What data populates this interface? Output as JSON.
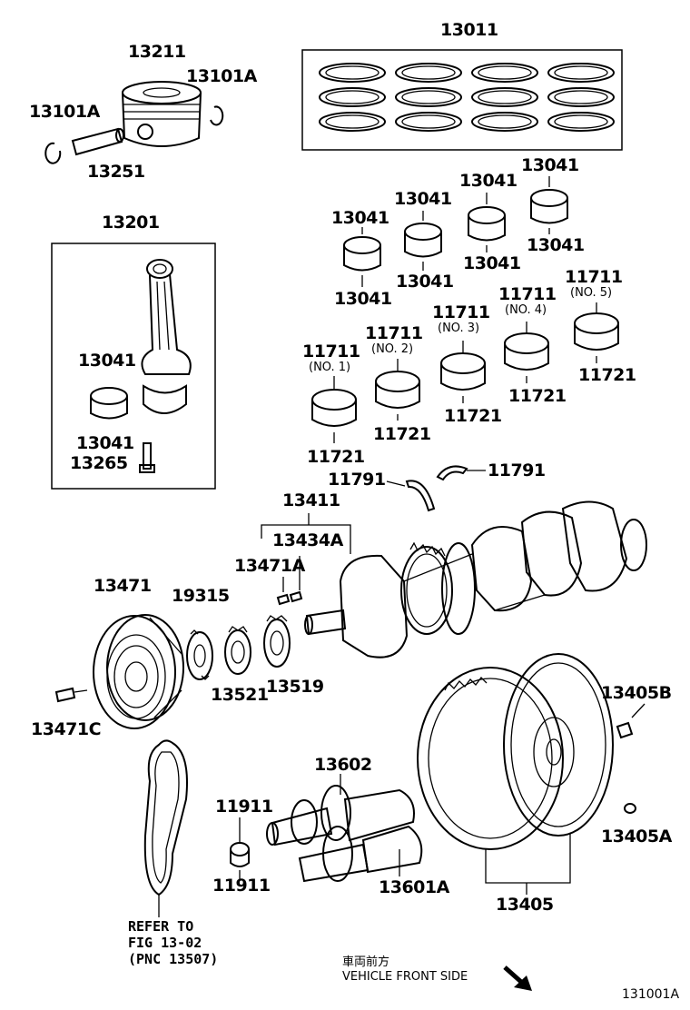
{
  "labels": {
    "l13011": "13011",
    "l13211": "13211",
    "l13101A_r": "13101A",
    "l13101A_l": "13101A",
    "l13251": "13251",
    "l13201": "13201",
    "l13041_a": "13041",
    "l13041_b": "13041",
    "l13041_c": "13041",
    "l13041_d": "13041",
    "l13041_e": "13041",
    "l13041_f": "13041",
    "l13041_g": "13041",
    "l13041_h": "13041",
    "l13041_i": "13041",
    "l13041_j": "13041",
    "l13265": "13265",
    "l11711_1": "11711",
    "l11711_2": "11711",
    "l11711_3": "11711",
    "l11711_4": "11711",
    "l11711_5": "11711",
    "no1": "(NO. 1)",
    "no2": "(NO. 2)",
    "no3": "(NO. 3)",
    "no4": "(NO. 4)",
    "no5": "(NO. 5)",
    "l11721_1": "11721",
    "l11721_2": "11721",
    "l11721_3": "11721",
    "l11721_4": "11721",
    "l11721_5": "11721",
    "l11791_l": "11791",
    "l11791_r": "11791",
    "l13411": "13411",
    "l13434A": "13434A",
    "l13471A": "13471A",
    "l13471": "13471",
    "l19315": "19315",
    "l13521": "13521",
    "l13519": "13519",
    "l13471C": "13471C",
    "l13405B": "13405B",
    "l13405A": "13405A",
    "l13405": "13405",
    "l13602": "13602",
    "l11911_t": "11911",
    "l11911_b": "11911",
    "l13601A": "13601A"
  },
  "refer": {
    "line1": "REFER TO",
    "line2": "FIG 13-02",
    "line3": "(PNC 13507)"
  },
  "front": {
    "jp": "車両前方",
    "en": "VEHICLE FRONT SIDE"
  },
  "figure_id": "131001A"
}
